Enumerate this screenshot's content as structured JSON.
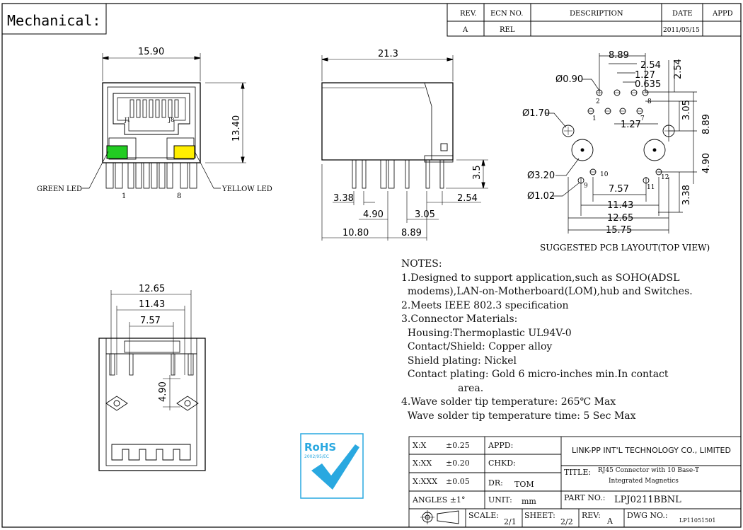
{
  "header": {
    "title": "Mechanical:"
  },
  "revision": {
    "headers": [
      "REV.",
      "ECN NO.",
      "DESCRIPTION",
      "DATE",
      "APPD"
    ],
    "row": [
      "A",
      "REL",
      "",
      "2011/05/15",
      ""
    ]
  },
  "front_view": {
    "width": "15.90",
    "height": "13.40",
    "pin_first": "1",
    "pin_last": "8",
    "j1": "J1",
    "j8": "J8",
    "green_led": "GREEN LED",
    "yellow_led": "YELLOW LED"
  },
  "side_view": {
    "length": "21.3",
    "pin_len": "3.5",
    "d1": "3.38",
    "d2": "4.90",
    "d3": "3.05",
    "d4": "2.54",
    "d5": "10.80",
    "d6": "8.89"
  },
  "pcb_layout": {
    "d_889_top": "8.89",
    "d_254a": "2.54",
    "d_254b": "2.54",
    "d_127a": "1.27",
    "d_0635": "0.635",
    "hole_090": "Ø0.90",
    "hole_170": "Ø1.70",
    "hole_320": "Ø3.20",
    "hole_102": "Ø1.02",
    "d_305": "3.05",
    "d_889_right": "8.89",
    "d_127b": "1.27",
    "d_490": "4.90",
    "d_338": "3.38",
    "d_757": "7.57",
    "d_1143": "11.43",
    "d_1265": "12.65",
    "d_1575": "15.75",
    "pins": [
      "1",
      "2",
      "7",
      "8",
      "9",
      "10",
      "11",
      "12"
    ],
    "caption": "SUGGESTED PCB LAYOUT(TOP VIEW)"
  },
  "bottom_view": {
    "d_1265": "12.65",
    "d_1143": "11.43",
    "d_757": "7.57",
    "d_490": "4.90"
  },
  "rohs": {
    "text": "RoHS",
    "sub": "2002/95/EC",
    "check_color": "#29a8e0"
  },
  "led_colors": {
    "green": "#22cc22",
    "yellow": "#ffee00"
  },
  "notes": [
    "NOTES:",
    "1.Designed to support application,such as SOHO(ADSL",
    "  modems),LAN-on-Motherboard(LOM),hub and Switches.",
    "2.Meets IEEE 802.3 specification",
    "3.Connector Materials:",
    "  Housing:Thermoplastic UL94V-0",
    "  Contact/Shield: Copper alloy",
    "  Shield plating: Nickel",
    "  Contact plating: Gold 6 micro-inches min.In contact",
    "                  area.",
    "4.Wave solder tip temperature: 265℃ Max",
    "  Wave solder tip temperature time: 5 Sec Max"
  ],
  "title_block": {
    "tol_x": "X:X",
    "tol_x_val": "±0.25",
    "tol_xx": "X:XX",
    "tol_xx_val": "±0.20",
    "tol_xxx": "X:XXX",
    "tol_xxx_val": "±0.05",
    "angles": "ANGLES ±1°",
    "appd": "APPD:",
    "chkd": "CHKD:",
    "dr": "DR:",
    "dr_val": "TOM",
    "unit": "UNIT:",
    "unit_val": "mm",
    "company": "LINK-PP INT'L TECHNOLOGY CO., LIMITED",
    "title_label": "TITLE:",
    "title_line1": "RJ45 Connector with 10 Base-T",
    "title_line2": "Integrated Magnetics",
    "part_label": "PART NO.:",
    "part_val": "LPJ0211BBNL",
    "scale_label": "SCALE:",
    "scale_val": "2/1",
    "sheet_label": "SHEET:",
    "sheet_val": "2/2",
    "rev_label": "REV:",
    "rev_val": "A",
    "dwg_label": "DWG NO.:",
    "dwg_val": "LP11051501"
  }
}
